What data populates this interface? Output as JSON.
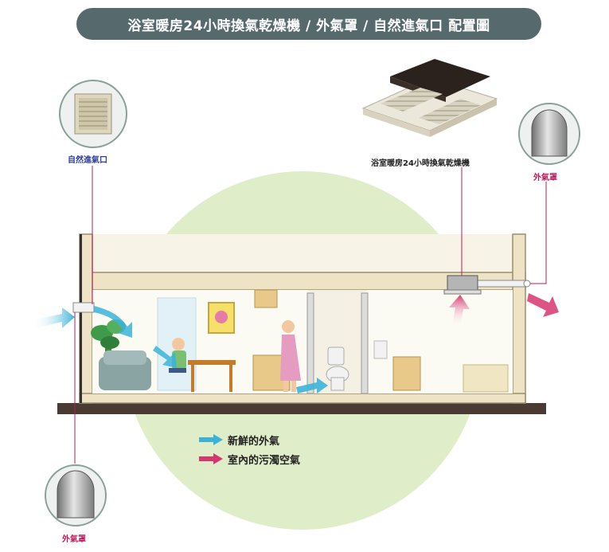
{
  "title": "浴室暖房24小時換氣乾燥機 / 外氣罩 / 自然進氣口 配置圖",
  "labels": {
    "natural_inlet": "自然進氣口",
    "dryer": "浴室暖房24小時換氣乾燥機",
    "hood_right": "外氣罩",
    "hood_bottom": "外氣罩"
  },
  "legend": {
    "fresh_air": "新鮮的外氣",
    "dirty_air": "室內的污濁空氣"
  },
  "colors": {
    "title_bg": "#566a6e",
    "circle": "#dfedc9",
    "fresh_arrow": "#3bb3d9",
    "dirty_arrow": "#d6366f",
    "wall": "#efe3c6",
    "leader_line": "#c2185b"
  }
}
